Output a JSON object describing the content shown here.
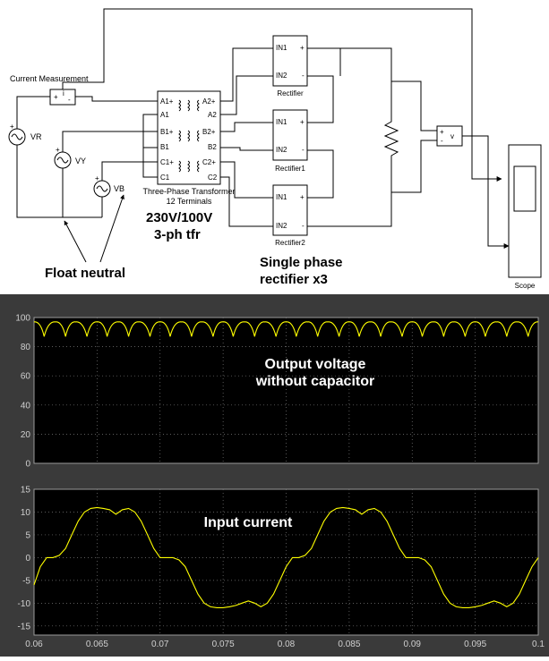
{
  "diagram": {
    "current_measurement": {
      "label": "Current Measurement",
      "plus": "+",
      "i": "i",
      "minus": "-"
    },
    "sources": {
      "vr": "VR",
      "vy": "VY",
      "vb": "VB"
    },
    "transformer": {
      "label1": "Three-Phase Transformer",
      "label2": "12 Terminals",
      "ports_left": [
        "A1+",
        "A1",
        "B1+",
        "B1",
        "C1+",
        "C1"
      ],
      "ports_right": [
        "A2+",
        "A2",
        "B2+",
        "B2",
        "C2+",
        "C2"
      ]
    },
    "rectifiers": [
      {
        "name": "Rectifier",
        "in1": "IN1",
        "in2": "IN2",
        "plus": "+",
        "minus": "-"
      },
      {
        "name": "Rectifier1",
        "in1": "IN1",
        "in2": "IN2",
        "plus": "+",
        "minus": "-"
      },
      {
        "name": "Rectifier2",
        "in1": "IN1",
        "in2": "IN2",
        "plus": "+",
        "minus": "-"
      }
    ],
    "voltage_measurement": {
      "plus": "+",
      "minus": "-",
      "v": "v"
    },
    "scope": {
      "label": "Scope"
    },
    "annotations": {
      "tfr_line1": "230V/100V",
      "tfr_line2": "3-ph tfr",
      "float_neutral": "Float neutral",
      "rect_line1": "Single phase",
      "rect_line2": "rectifier x3"
    }
  },
  "chart_data": [
    {
      "type": "line",
      "title": "",
      "annotation_line1": "Output voltage",
      "annotation_line2": "without capacitor",
      "xlim": [
        0.06,
        0.1
      ],
      "ylim": [
        0,
        100
      ],
      "yticks": [
        "0",
        "20",
        "40",
        "60",
        "80",
        "100"
      ],
      "ytick_values": [
        0,
        20,
        40,
        60,
        80,
        100
      ],
      "series": [
        {
          "color": "#ffff00",
          "x": [
            0.06,
            0.0608,
            0.0617,
            0.0625,
            0.0633,
            0.0642,
            0.065,
            0.0658,
            0.0667,
            0.0675,
            0.0683,
            0.0692,
            0.07,
            0.0708,
            0.0717,
            0.0725,
            0.0733,
            0.0742,
            0.075,
            0.0758,
            0.0767,
            0.0775,
            0.0783,
            0.0792,
            0.08,
            0.0808,
            0.0817,
            0.0825,
            0.0833,
            0.0842,
            0.085,
            0.0858,
            0.0867,
            0.0875,
            0.0883,
            0.0892,
            0.09,
            0.0908,
            0.0917,
            0.0925,
            0.0933,
            0.0942,
            0.095,
            0.0958,
            0.0967,
            0.0975,
            0.0983,
            0.0992,
            0.1
          ],
          "y": [
            97,
            87,
            97,
            87,
            97,
            87,
            97,
            87,
            97,
            87,
            97,
            87,
            97,
            87,
            97,
            87,
            97,
            87,
            97,
            87,
            97,
            87,
            97,
            87,
            97,
            87,
            97,
            87,
            97,
            87,
            97,
            87,
            97,
            87,
            97,
            87,
            97,
            87,
            97,
            87,
            97,
            87,
            97,
            87,
            97,
            87,
            97,
            87,
            97
          ]
        }
      ]
    },
    {
      "type": "line",
      "title": "",
      "annotation_line1": "Input current",
      "xlim": [
        0.06,
        0.1
      ],
      "ylim": [
        -17,
        15
      ],
      "yticks": [
        "-15",
        "-10",
        "-5",
        "0",
        "5",
        "10",
        "15"
      ],
      "ytick_values": [
        -15,
        -10,
        -5,
        0,
        5,
        10,
        15
      ],
      "xticks": [
        "0.06",
        "0.065",
        "0.07",
        "0.075",
        "0.08",
        "0.085",
        "0.09",
        "0.095",
        "0.1"
      ],
      "xtick_values": [
        0.06,
        0.065,
        0.07,
        0.075,
        0.08,
        0.085,
        0.09,
        0.095,
        0.1
      ],
      "series": [
        {
          "color": "#ffff00",
          "x": [
            0.06,
            0.0605,
            0.061,
            0.0615,
            0.062,
            0.0625,
            0.063,
            0.0635,
            0.064,
            0.0645,
            0.065,
            0.0655,
            0.066,
            0.0665,
            0.067,
            0.0675,
            0.068,
            0.0685,
            0.069,
            0.0695,
            0.07,
            0.0705,
            0.071,
            0.0715,
            0.072,
            0.0725,
            0.073,
            0.0735,
            0.074,
            0.0745,
            0.075,
            0.0755,
            0.076,
            0.0765,
            0.077,
            0.0775,
            0.078,
            0.0785,
            0.079,
            0.0795,
            0.08,
            0.0805,
            0.081,
            0.0815,
            0.082,
            0.0825,
            0.083,
            0.0835,
            0.084,
            0.0845,
            0.085,
            0.0855,
            0.086,
            0.0865,
            0.087,
            0.0875,
            0.088,
            0.0885,
            0.089,
            0.0895,
            0.09,
            0.0905,
            0.091,
            0.0915,
            0.092,
            0.0925,
            0.093,
            0.0935,
            0.094,
            0.0945,
            0.095,
            0.0955,
            0.096,
            0.0965,
            0.097,
            0.0975,
            0.098,
            0.0985,
            0.099,
            0.0995,
            0.1
          ],
          "y": [
            -6,
            -2,
            0,
            0,
            0.5,
            2,
            5,
            8,
            10,
            10.8,
            11,
            10.8,
            10.5,
            9.5,
            10.5,
            10.8,
            10,
            8,
            5,
            2,
            0,
            0,
            0,
            -0.5,
            -2,
            -5,
            -8,
            -10,
            -10.8,
            -11,
            -11,
            -10.8,
            -10.5,
            -10,
            -9.5,
            -10,
            -10.8,
            -10,
            -8,
            -5,
            -2,
            0,
            0,
            0.5,
            2,
            5,
            8,
            10,
            10.8,
            11,
            10.8,
            10.5,
            9.5,
            10.5,
            10.8,
            10,
            8,
            5,
            2,
            0,
            0,
            0,
            -0.5,
            -2,
            -5,
            -8,
            -10,
            -10.8,
            -11,
            -11,
            -10.8,
            -10.5,
            -10,
            -9.5,
            -10,
            -10.8,
            -10,
            -8,
            -5,
            -2,
            0
          ]
        }
      ]
    }
  ]
}
